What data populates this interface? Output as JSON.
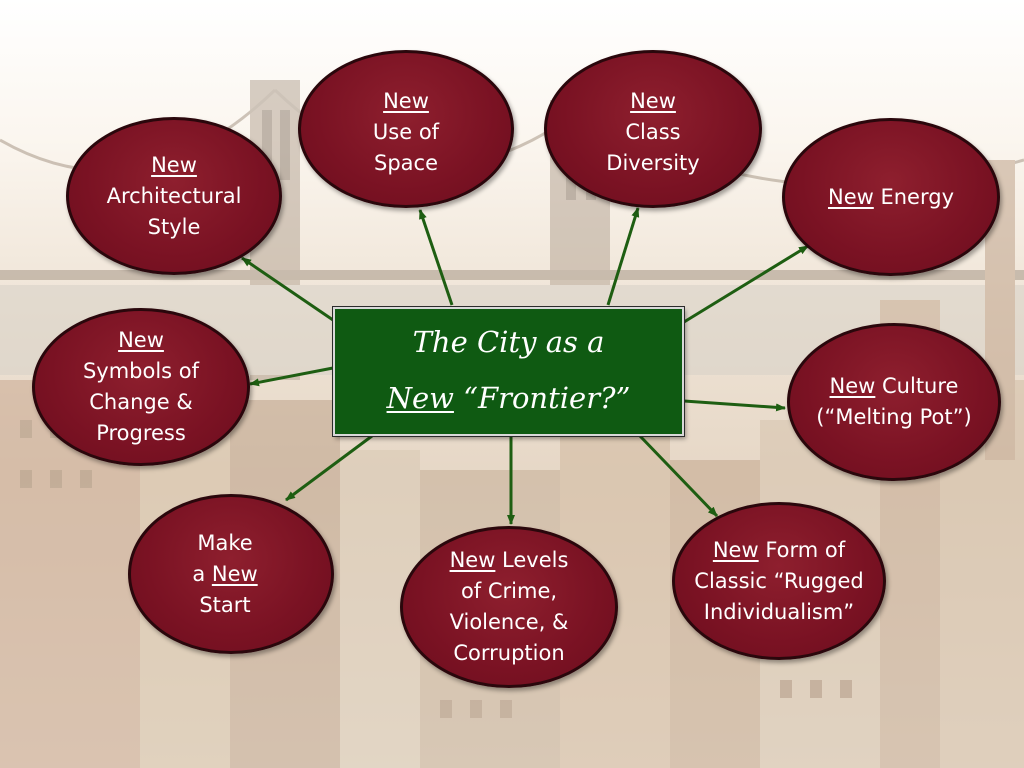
{
  "center": {
    "line1": "The City as a",
    "line2_underlined": "New",
    "line2_rest": " “Frontier?”"
  },
  "nodes": {
    "use_of_space": {
      "new": "New",
      "l2": "Use of",
      "l3": "Space"
    },
    "class_diversity": {
      "new": "New",
      "l2": "Class",
      "l3": "Diversity"
    },
    "architectural_style": {
      "new": "New",
      "l2": "Architectural",
      "l3": "Style"
    },
    "energy": {
      "new": "New",
      "rest": " Energy"
    },
    "symbols": {
      "new": "New",
      "l2": "Symbols of",
      "l3": "Change &",
      "l4": "Progress"
    },
    "culture": {
      "new": "New",
      "rest": " Culture",
      "l2": "(“Melting Pot”)"
    },
    "new_start": {
      "l1": "Make",
      "a": "a ",
      "new": "New",
      "l3": "Start"
    },
    "crime": {
      "new": "New",
      "rest": " Levels",
      "l2": "of Crime,",
      "l3": "Violence, &",
      "l4": "Corruption"
    },
    "rugged": {
      "new": "New",
      "rest": " Form of",
      "l2": "Classic “Rugged",
      "l3": "Individualism”"
    }
  },
  "colors": {
    "node_fill": "#7a1223",
    "center_fill": "#0f5a12",
    "arrow": "#1e5e12"
  }
}
